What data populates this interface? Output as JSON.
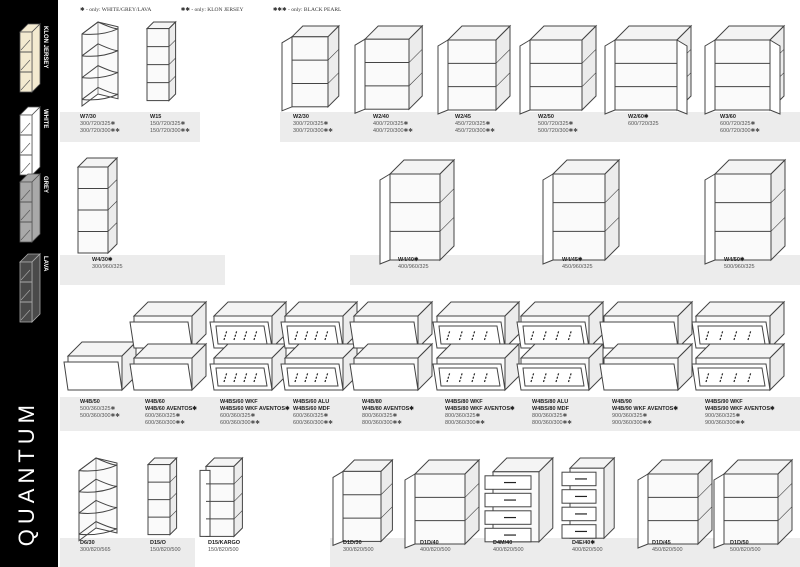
{
  "sidebar": {
    "brand": "QUANTUM",
    "colors": [
      {
        "label": "KLON JERSEY",
        "hex": "#f3ead0"
      },
      {
        "label": "WHITE",
        "hex": "#ffffff"
      },
      {
        "label": "GREY",
        "hex": "#a9a9a9"
      },
      {
        "label": "LAVA",
        "hex": "#4a4a4a"
      }
    ]
  },
  "legend": [
    "✱  - only: WHITE/GREY/LAVA",
    "✱✱  - only: KLON JERSEY",
    "✱✱✱  - only: BLACK PEARL"
  ],
  "rows": [
    [
      {
        "name": "W7/30",
        "dims": [
          "300/720/325✱",
          "300/720/300✱✱"
        ]
      },
      {
        "name": "W15",
        "dims": [
          "150/720/325✱",
          "150/720/300✱✱"
        ]
      },
      {
        "name": "W2/30",
        "dims": [
          "300/720/325✱",
          "300/720/300✱✱"
        ]
      },
      {
        "name": "W2/40",
        "dims": [
          "400/720/325✱",
          "400/720/300✱✱"
        ]
      },
      {
        "name": "W2/45",
        "dims": [
          "450/720/325✱",
          "450/720/300✱✱"
        ]
      },
      {
        "name": "W2/50",
        "dims": [
          "500/720/325✱",
          "500/720/300✱✱"
        ]
      },
      {
        "name": "W2/60✱",
        "dims": [
          "600/720/325"
        ]
      },
      {
        "name": "W3/60",
        "dims": [
          "600/720/325✱",
          "600/720/300✱✱"
        ]
      }
    ],
    [
      {
        "name": "W4/30✱",
        "dims": [
          "300/960/325"
        ]
      },
      {
        "name": "W4/40✱",
        "dims": [
          "400/960/325"
        ]
      },
      {
        "name": "W4/45✱",
        "dims": [
          "450/960/325"
        ]
      },
      {
        "name": "W4/50✱",
        "dims": [
          "500/960/325"
        ]
      }
    ],
    [
      {
        "name": "W4B/50",
        "dims": [
          "500/360/325✱",
          "500/360/300✱✱"
        ]
      },
      {
        "name": "W4B/60",
        "name2": "W4B/60 AVENTOS✱",
        "dims": [
          "600/360/325✱",
          "600/360/300✱✱"
        ]
      },
      {
        "name": "W4BS/60 WKF",
        "name2": "W4BS/60 WKF AVENTOS✱",
        "dims": [
          "600/360/325✱",
          "600/360/300✱✱"
        ]
      },
      {
        "name": "W4BS/60 ALU",
        "name2": "W4BS/60 MDF",
        "dims": [
          "600/360/325✱",
          "600/360/300✱✱"
        ]
      },
      {
        "name": "W4B/80",
        "name2": "W4B/80 AVENTOS✱",
        "dims": [
          "800/360/325✱",
          "800/360/300✱✱"
        ]
      },
      {
        "name": "W4BS/80 WKF",
        "name2": "W4BS/80 WKF AVENTOS✱",
        "dims": [
          "800/360/325✱",
          "800/360/300✱✱"
        ]
      },
      {
        "name": "W4BS/80 ALU",
        "name2": "W4BS/80 MDF",
        "dims": [
          "800/360/325✱",
          "800/360/300✱✱"
        ]
      },
      {
        "name": "W4B/90",
        "name2": "W4B/90 WKF AVENTOS✱",
        "dims": [
          "900/360/325✱",
          "900/360/300✱✱"
        ]
      },
      {
        "name": "W4BS/90 WKF",
        "name2": "W4BS/90 WKF AVENTOS✱",
        "dims": [
          "900/360/325✱",
          "900/360/300✱✱"
        ]
      }
    ],
    [
      {
        "name": "D6/30",
        "dims": [
          "300/820/565"
        ]
      },
      {
        "name": "D15/O",
        "dims": [
          "150/820/500"
        ]
      },
      {
        "name": "D15/KARGO",
        "dims": [
          "150/820/500"
        ]
      },
      {
        "name": "D1D/30",
        "dims": [
          "300/820/500"
        ]
      },
      {
        "name": "D1D/40",
        "dims": [
          "400/820/500"
        ]
      },
      {
        "name": "D4M/40",
        "dims": [
          "400/820/500"
        ]
      },
      {
        "name": "D4E/40✱",
        "dims": [
          "400/820/500"
        ]
      },
      {
        "name": "D1D/45",
        "dims": [
          "450/820/500"
        ]
      },
      {
        "name": "D1D/50",
        "dims": [
          "500/820/500"
        ]
      }
    ]
  ]
}
